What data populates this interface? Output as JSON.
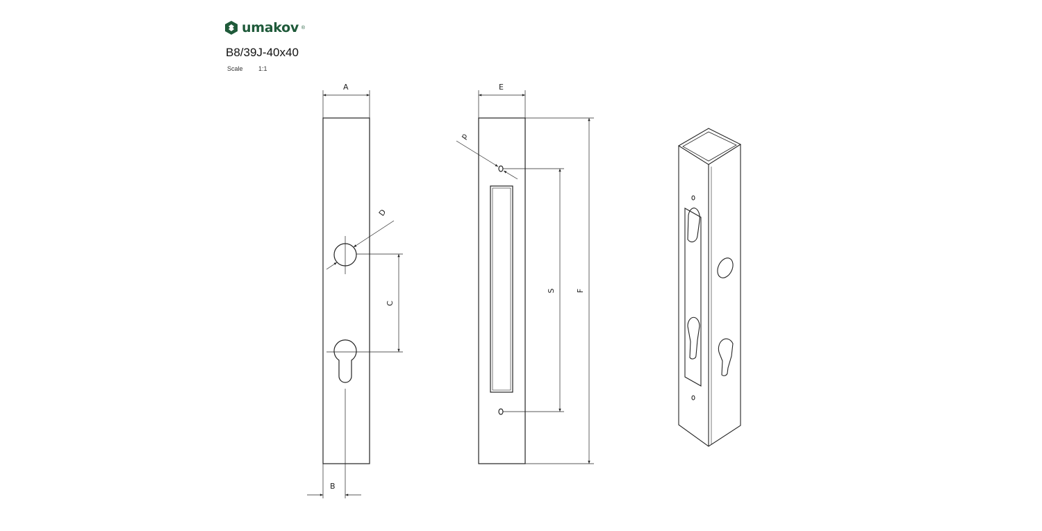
{
  "brand": {
    "name": "umakov",
    "registered": "®",
    "color": "#1f5a3a"
  },
  "drawing": {
    "code": "B8/39J-40x40",
    "scale_label": "Scale",
    "scale_value": "1:1"
  },
  "dimensions": {
    "A": "A",
    "B": "B",
    "C": "C",
    "D": "D",
    "E": "E",
    "F": "F",
    "S": "S",
    "d": "d"
  }
}
